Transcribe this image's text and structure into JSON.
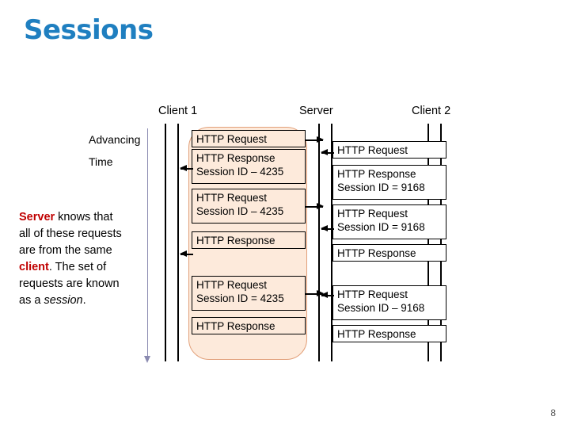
{
  "slide": {
    "title": "Sessions",
    "page_number": "8",
    "title_color": "#1f7fc0"
  },
  "explanation": {
    "part1_bold": "Server",
    "part1": " knows that all of these requests are from the same ",
    "part2_bold": "client",
    "part2": ". The set of requests are known as a ",
    "part3_italic": "session",
    "part3": "."
  },
  "diagram": {
    "columns": [
      {
        "label": "Client 1"
      },
      {
        "label": "Server"
      },
      {
        "label": "Client 2"
      }
    ],
    "time_axis": {
      "line1": "Advancing",
      "line2": "Time"
    },
    "client1_messages": [
      {
        "line1": "HTTP Request",
        "line2": ""
      },
      {
        "line1": "HTTP Response",
        "line2": "Session ID – 4235"
      },
      {
        "line1": "HTTP Request",
        "line2": "Session ID – 4235"
      },
      {
        "line1": "HTTP Response",
        "line2": ""
      },
      {
        "line1": "HTTP Request",
        "line2": "Session ID = 4235"
      },
      {
        "line1": "HTTP Response",
        "line2": ""
      }
    ],
    "client2_messages": [
      {
        "line1": "HTTP Request",
        "line2": ""
      },
      {
        "line1": "HTTP Response",
        "line2": "Session ID = 9168"
      },
      {
        "line1": "HTTP Request",
        "line2": "Session ID = 9168"
      },
      {
        "line1": "HTTP Response",
        "line2": ""
      },
      {
        "line1": "HTTP Request",
        "line2": "Session ID – 9168"
      },
      {
        "line1": "HTTP Response",
        "line2": ""
      }
    ],
    "session_highlight_color": "#fdeadb"
  }
}
